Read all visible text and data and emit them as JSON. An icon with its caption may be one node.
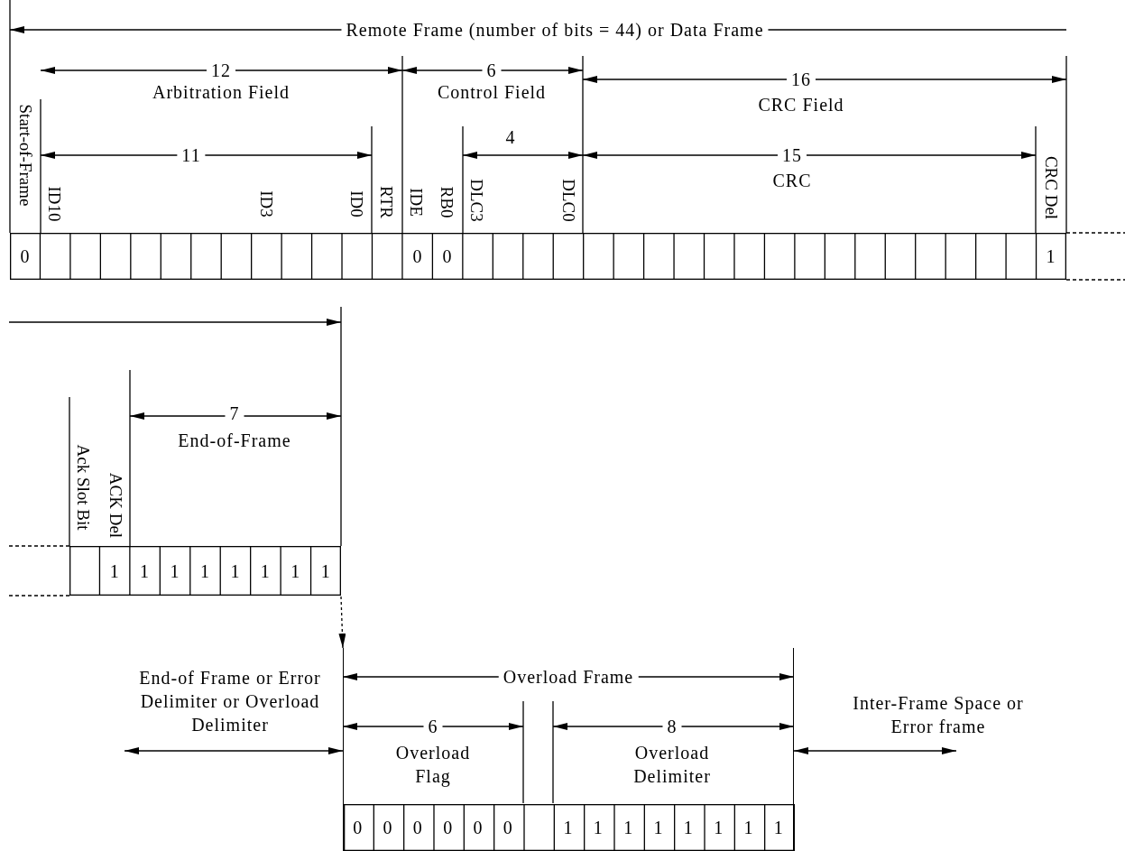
{
  "diagram": {
    "nodes": [
      {
        "text": [],
        "shape": "bar"
      },
      {
        "text": [],
        "shape": "bar"
      },
      {
        "text": [],
        "shape": "bar"
      }
    ],
    "edges": [
      {
        "from": 1,
        "to": 2,
        "arrow": "to",
        "style": "dashed"
      }
    ],
    "labels": [
      "Remote Frame (number of bits = 44) or Data Frame",
      "12",
      "Arbitration Field",
      "6",
      "Control Field",
      "16",
      "CRC Field",
      "Start-of-Frame",
      "11",
      "4",
      "15",
      "CRC",
      "ID10",
      "ID3",
      "ID0",
      "RTR",
      "IDE",
      "RB0",
      "DLC3",
      "DLC0",
      "CRC Del",
      "0",
      "0",
      "0",
      "1",
      "7",
      "End-of-Frame",
      "Ack Slot Bit",
      "ACK Del",
      "1",
      "1",
      "1",
      "1",
      "1",
      "1",
      "1",
      "1",
      "Overload Frame",
      "End-of Frame or Error Delimiter or Overload Delimiter",
      "Inter-Frame Space or Error frame",
      "6",
      "8",
      "Overload Flag",
      "Overload Delimiter",
      "0",
      "0",
      "0",
      "0",
      "0",
      "0",
      "1",
      "1",
      "1",
      "1",
      "1",
      "1",
      "1",
      "1"
    ]
  }
}
